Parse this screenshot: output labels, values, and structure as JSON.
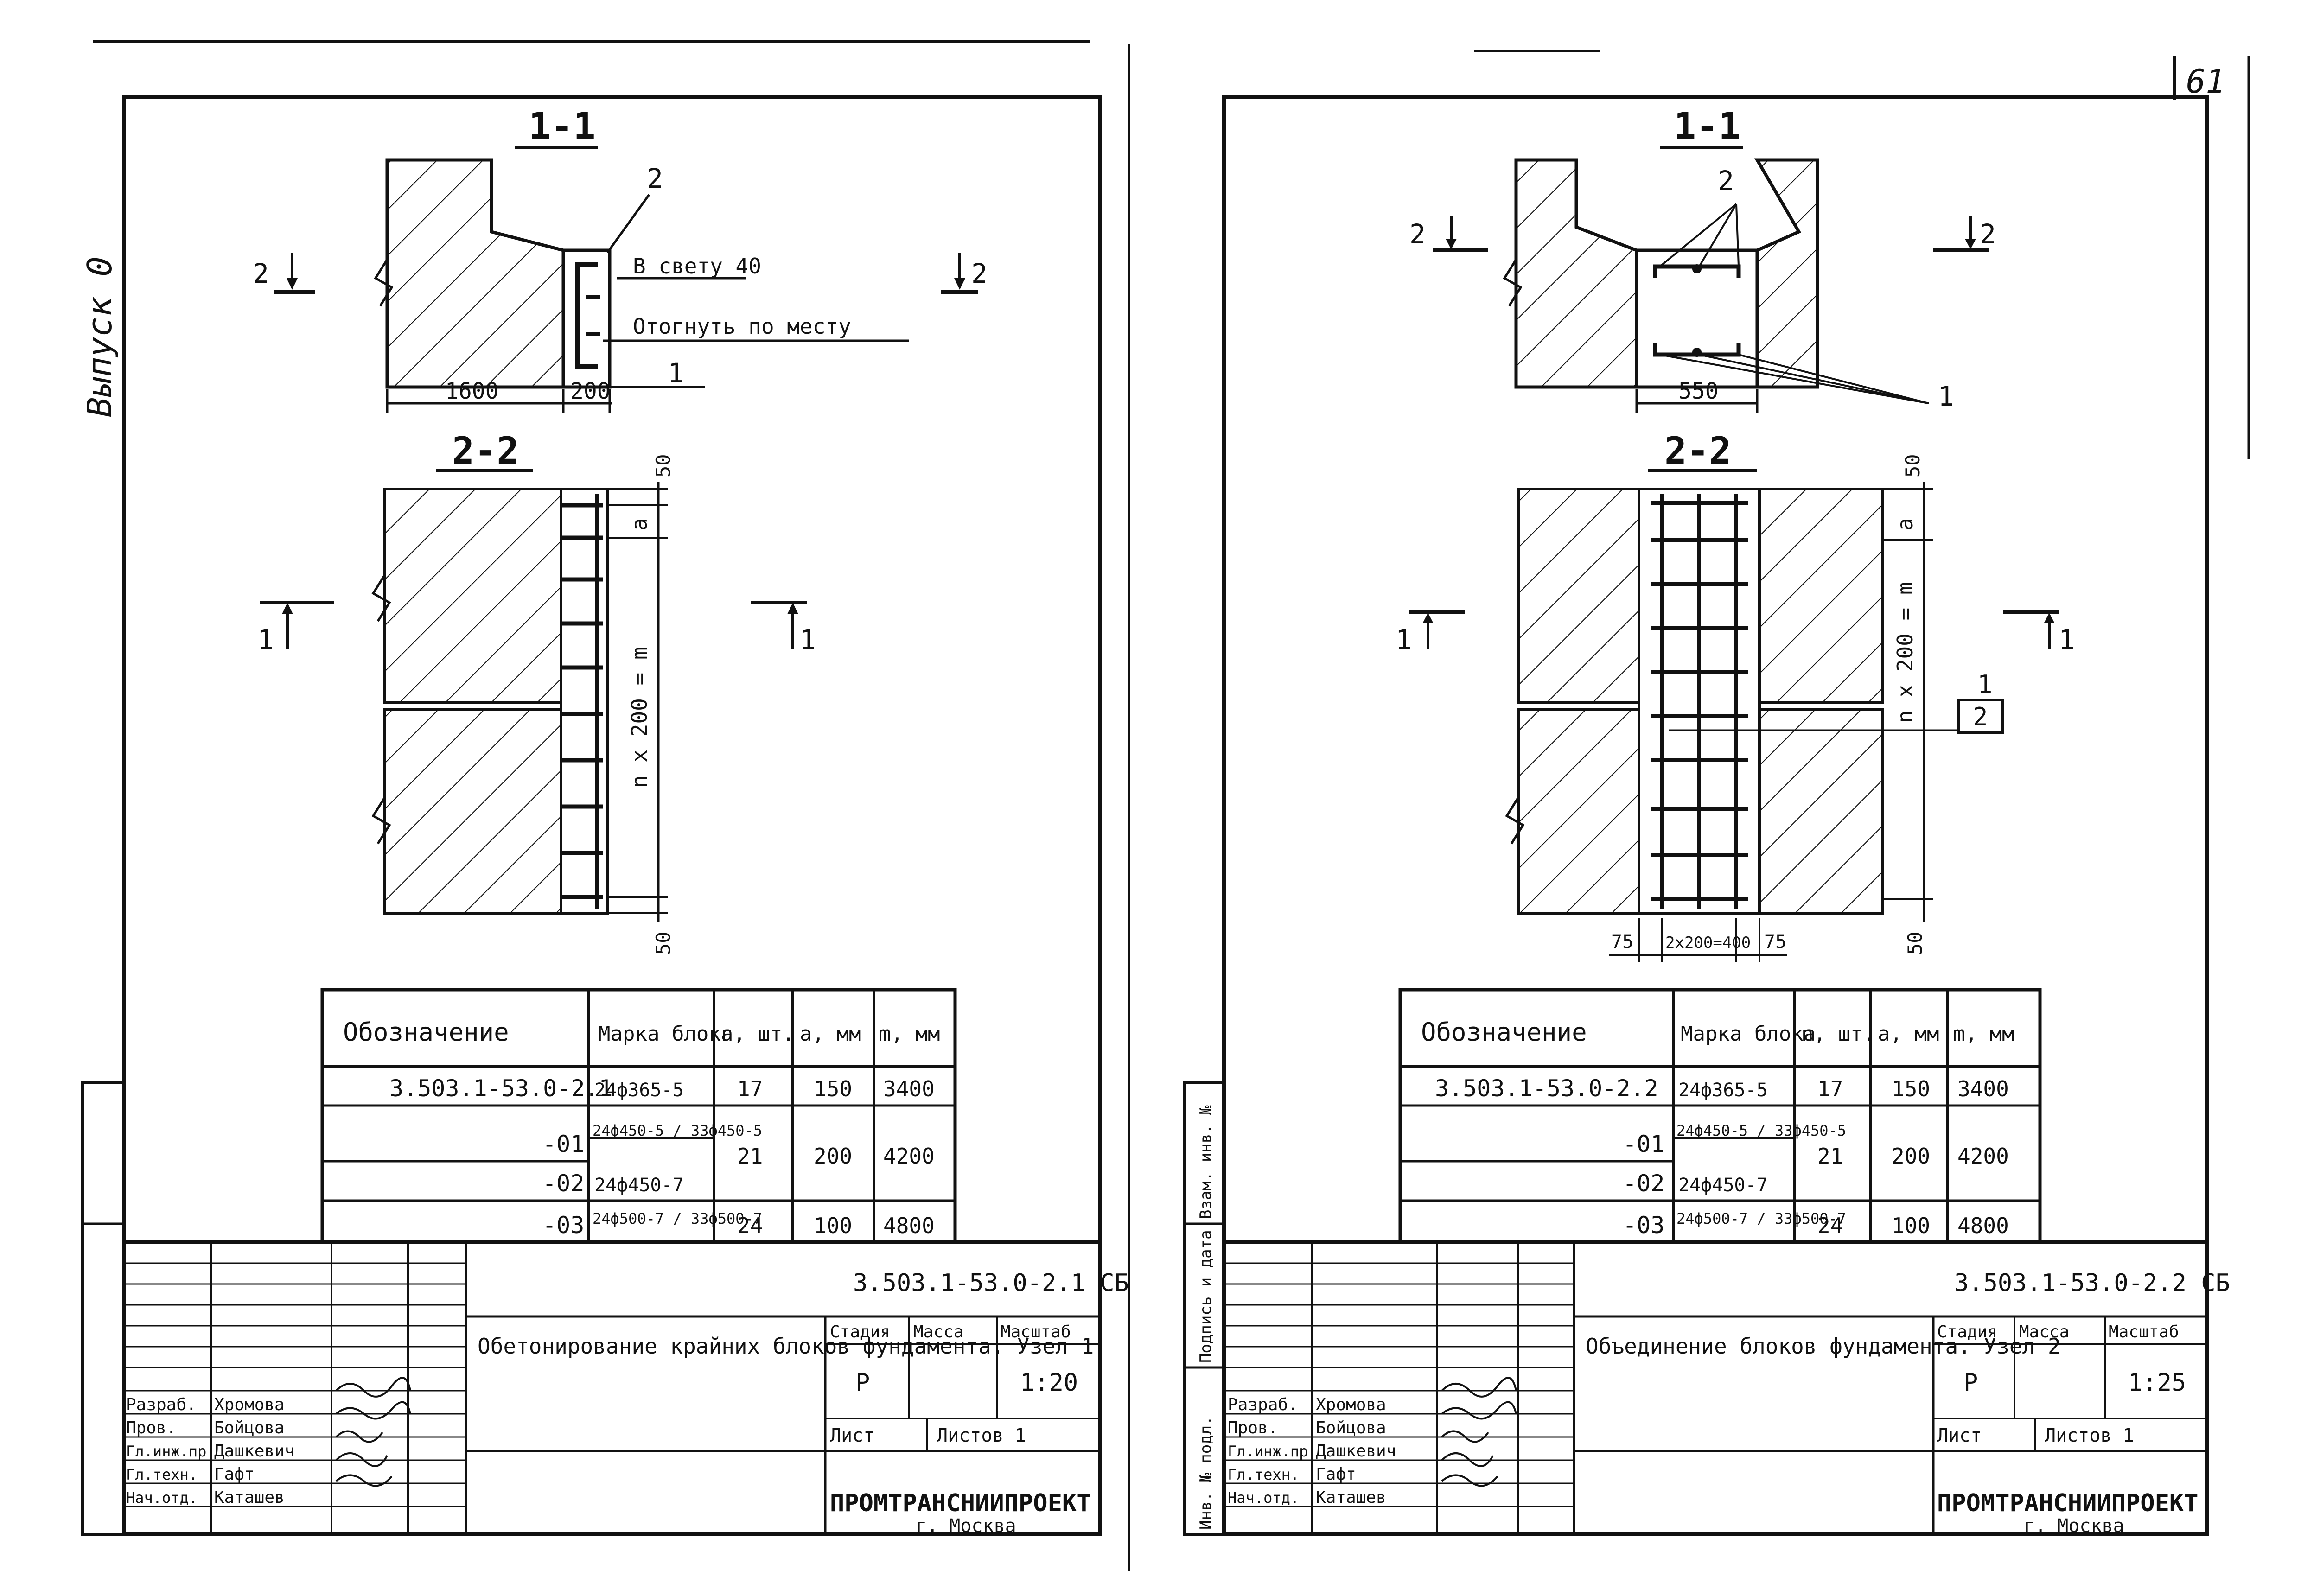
{
  "page": {
    "page_number": "61",
    "side_note": "Выпуск 0",
    "side_stamp_labels": [
      "Инв. № подл.",
      "Подпись и дата",
      "Взам. инв. №"
    ]
  },
  "left_sheet": {
    "section_1_1": {
      "title": "1-1",
      "cut_label": "2",
      "callout_2": "2",
      "callout_1": "1",
      "note_gap": "В свету 40",
      "note_bend": "Отогнуть по месту",
      "dim_1600": "1600",
      "dim_200": "200"
    },
    "section_2_2": {
      "title": "2-2",
      "cut_label": "1",
      "dim_50_top": "50",
      "dim_a": "a",
      "dim_nx200": "n x 200 = m",
      "dim_50_bot": "50"
    },
    "spec_table": {
      "headers": [
        "Обозначение",
        "Марка блока",
        "n, шт.",
        "a, мм",
        "m, мм"
      ],
      "rows": [
        {
          "designation": "3.503.1-53.0-2.1",
          "mark": "24ф365-5",
          "n": "17",
          "a": "150",
          "m": "3400"
        },
        {
          "designation": "-01",
          "mark": "24ф450-5 / 33ф450-5",
          "n": "21",
          "a": "200",
          "m": "4200"
        },
        {
          "designation": "-02",
          "mark": "24ф450-7",
          "n": "",
          "a": "",
          "m": ""
        },
        {
          "designation": "-03",
          "mark": "24ф500-7 / 33ф500-7",
          "n": "24",
          "a": "100",
          "m": "4800"
        }
      ]
    },
    "title_block": {
      "code": "3.503.1-53.0-2.1 СБ",
      "title": "Обетонирование крайних блоков фундамента. Узел 1",
      "stage_label": "Стадия",
      "mass_label": "Масса",
      "scale_label": "Масштаб",
      "stage": "Р",
      "scale": "1:20",
      "sheet_label": "Лист",
      "sheets_label": "Листов 1",
      "org": "ПРОМТРАНСНИИПРОЕКТ",
      "city": "г. Москва",
      "people": [
        {
          "role": "Разраб.",
          "name": "Хромова"
        },
        {
          "role": "Пров.",
          "name": "Бойцова"
        },
        {
          "role": "Гл.инж.пр",
          "name": "Дашкевич"
        },
        {
          "role": "Гл.техн.",
          "name": "Гафт"
        },
        {
          "role": "Нач.отд.",
          "name": "Каташев"
        }
      ]
    }
  },
  "right_sheet": {
    "section_1_1": {
      "title": "1-1",
      "cut_label": "2",
      "callout_2": "2",
      "callout_1": "1",
      "dim_550": "550"
    },
    "section_2_2": {
      "title": "2-2",
      "cut_label": "1",
      "dim_50_top": "50",
      "dim_a": "a",
      "dim_nx200": "n x 200 = m",
      "dim_50_bot": "50",
      "dim_75_l": "75",
      "dim_2x200": "2x200=400",
      "dim_75_r": "75",
      "frac_top": "1",
      "frac_bot": "2"
    },
    "spec_table": {
      "headers": [
        "Обозначение",
        "Марка блока",
        "n, шт.",
        "a, мм",
        "m, мм"
      ],
      "rows": [
        {
          "designation": "3.503.1-53.0-2.2",
          "mark": "24ф365-5",
          "n": "17",
          "a": "150",
          "m": "3400"
        },
        {
          "designation": "-01",
          "mark": "24ф450-5 / 33ф450-5",
          "n": "21",
          "a": "200",
          "m": "4200"
        },
        {
          "designation": "-02",
          "mark": "24ф450-7",
          "n": "",
          "a": "",
          "m": ""
        },
        {
          "designation": "-03",
          "mark": "24ф500-7 / 33ф500-7",
          "n": "24",
          "a": "100",
          "m": "4800"
        }
      ]
    },
    "title_block": {
      "code": "3.503.1-53.0-2.2 СБ",
      "title": "Объединение блоков фундамента. Узел 2",
      "stage_label": "Стадия",
      "mass_label": "Масса",
      "scale_label": "Масштаб",
      "stage": "Р",
      "scale": "1:25",
      "sheet_label": "Лист",
      "sheets_label": "Листов 1",
      "org": "ПРОМТРАНСНИИПРОЕКТ",
      "city": "г. Москва",
      "people": [
        {
          "role": "Разраб.",
          "name": "Хромова"
        },
        {
          "role": "Пров.",
          "name": "Бойцова"
        },
        {
          "role": "Гл.инж.пр",
          "name": "Дашкевич"
        },
        {
          "role": "Гл.техн.",
          "name": "Гафт"
        },
        {
          "role": "Нач.отд.",
          "name": "Каташев"
        }
      ]
    }
  }
}
